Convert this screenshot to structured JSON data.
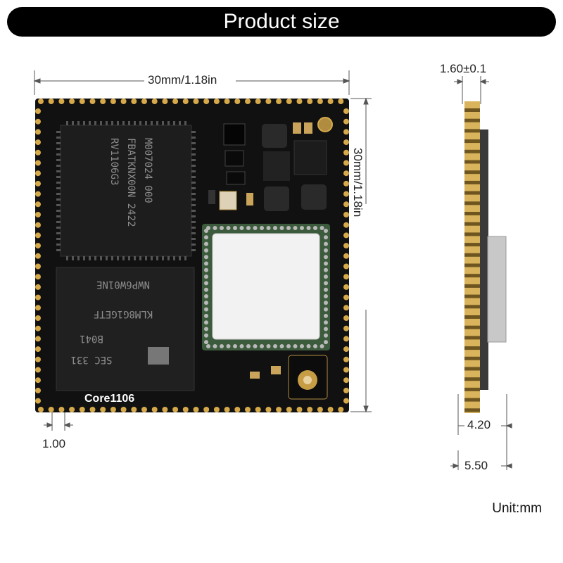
{
  "title": "Product size",
  "dims": {
    "width": "30mm/1.18in",
    "height": "30mm/1.18in",
    "pad_pitch": "1.00",
    "thickness": "1.60±0.1",
    "side_depth_1": "4.20",
    "side_depth_2": "5.50",
    "unit": "Unit:mm"
  },
  "board": {
    "brand": "Core1106",
    "chip1_lines": [
      "RV1106G3",
      "FBATKNX00N 2422",
      "M007024 000"
    ],
    "chip2_lines": [
      "NWP6W01NE",
      "KLM8G1GETF",
      "B041",
      "SEC 331"
    ]
  },
  "colors": {
    "board": "#111111",
    "pad": "#d6a94a",
    "shield": "#f1f1f1"
  }
}
